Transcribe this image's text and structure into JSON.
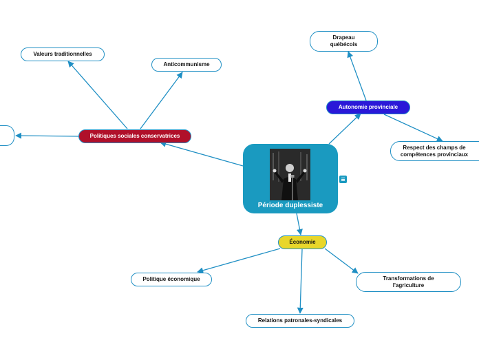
{
  "map": {
    "central_topic": "Période duplessiste",
    "branches": [
      {
        "label": "Politiques sociales conservatrices",
        "color": "#b0102a",
        "children": [
          "Valeurs traditionnelles",
          "Anticommunisme",
          ""
        ]
      },
      {
        "label": "Autonomie provinciale",
        "color": "#2a18d8",
        "children": [
          "Drapeau québécois",
          "Respect des champs de compétences provinciaux"
        ]
      },
      {
        "label": "Économie",
        "color": "#e8d62a",
        "children": [
          "Politique économique",
          "Relations patronales-syndicales",
          "Transformations de l'agriculture"
        ]
      }
    ]
  },
  "icons": {
    "central_image": "photo-icon",
    "notes": "notes-icon"
  },
  "colors": {
    "connector": "#1f8fc4",
    "central": "#1a9ac0"
  }
}
